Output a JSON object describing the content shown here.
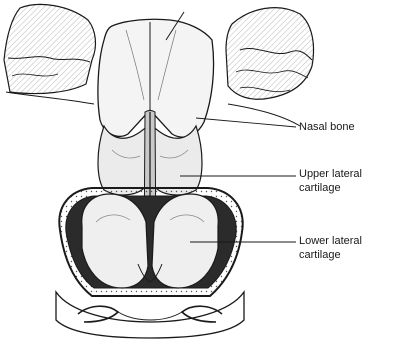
{
  "labels": {
    "nasal_bone": "Nasal bone",
    "upper_lateral_line1": "Upper lateral",
    "upper_lateral_line2": "cartilage",
    "lower_lateral_line1": "Lower lateral",
    "lower_lateral_line2": "cartilage"
  },
  "colors": {
    "ink": "#1a1a1a",
    "background": "#ffffff",
    "shading": "#c9c9c9",
    "dark_fill": "#2b2b2b"
  }
}
